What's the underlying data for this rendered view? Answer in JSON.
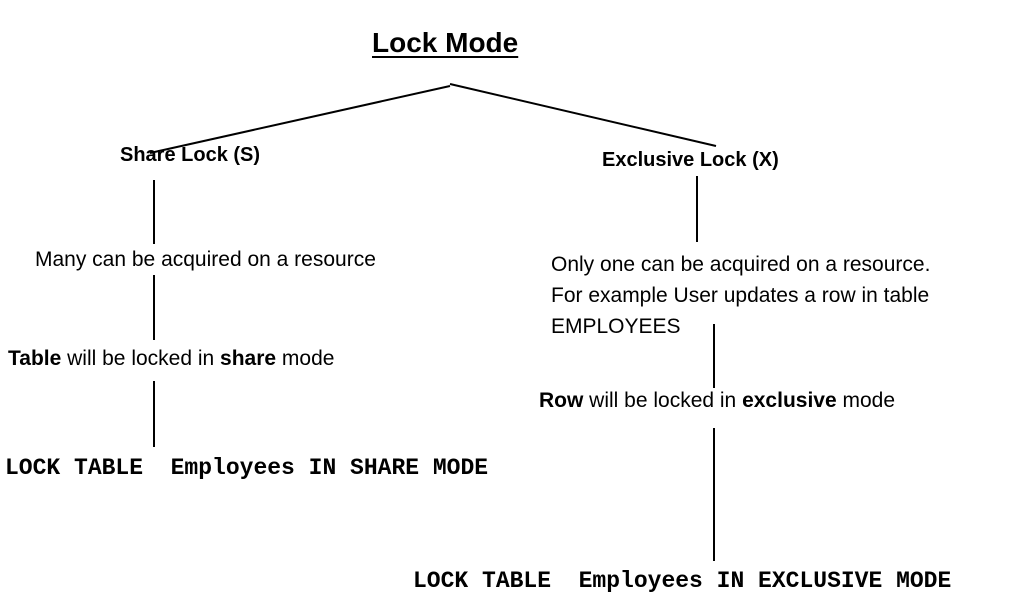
{
  "title": "Lock Mode",
  "share": {
    "label": "Share Lock (S)",
    "description": "Many can be acquired on a resource",
    "mode_subject": "Table",
    "mode_middle": " will be locked in ",
    "mode_keyword": "share",
    "mode_tail": " mode",
    "sql": "LOCK TABLE  Employees IN SHARE MODE"
  },
  "exclusive": {
    "label": "Exclusive Lock (X)",
    "description_lines": [
      "Only one can be acquired on a resource.",
      "For example User updates a row in table",
      "EMPLOYEES"
    ],
    "mode_subject": "Row",
    "mode_middle": " will be locked in ",
    "mode_keyword": "exclusive",
    "mode_tail": " mode",
    "sql": "LOCK TABLE  Employees IN EXCLUSIVE MODE"
  }
}
